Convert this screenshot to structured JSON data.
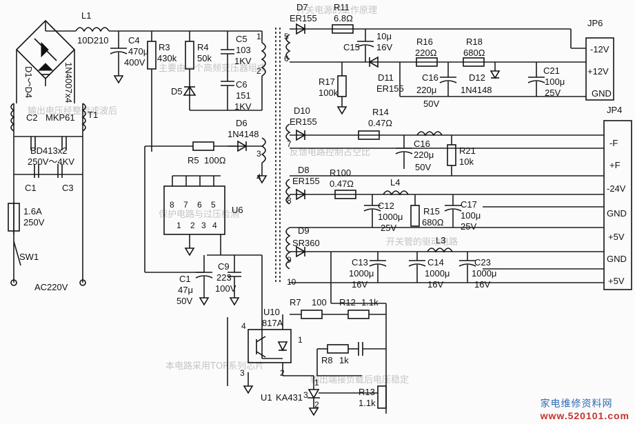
{
  "background_text": [
    "开关电源的工作原理",
    "主要由一个高频变压器组成",
    "输出电压经整流滤波后",
    "反馈电路控制占空比",
    "保护电路与过压检测",
    "开关管的驱动电路",
    "输出端接负载后电压稳定",
    "本电路采用TOP系列芯片"
  ],
  "components": {
    "L1": "L1",
    "L1_val": "10D210",
    "C4": "C4",
    "C4_val1": "470μ",
    "C4_val2": "400V",
    "R3": "R3",
    "R3_val": "430k",
    "R4": "R4",
    "R4_val": "50k",
    "C5": "C5",
    "C5_val1": "103",
    "C5_val2": "1KV",
    "C6": "C6",
    "C6_val1": "151",
    "C6_val2": "1KV",
    "D5": "D5",
    "D1_D4": "D1～D4",
    "D_part": "1N4007x4",
    "C2": "C2",
    "C2_val": "MKP61",
    "T1": "T1",
    "BD": "BD413x2",
    "BD_val": "250V～4KV",
    "C1a": "C1",
    "C3": "C3",
    "fuse_val1": "1.6A",
    "fuse_val2": "250V",
    "SW1": "SW1",
    "AC": "AC220V",
    "D6": "D6",
    "D6_val": "1N4148",
    "R5": "R5",
    "R5_val": "100Ω",
    "U6": "U6",
    "C1b": "C1",
    "C1b_val1": "47μ",
    "C1b_val2": "50V",
    "C9": "C9",
    "C9_val1": "223",
    "C9_val2": "100V",
    "D7": "D7",
    "D7_val": "ER155",
    "R11": "R11",
    "R11_val": "6.8Ω",
    "C15": "C15",
    "C15_val1": "10μ",
    "C15_val2": "16V",
    "R16": "R16",
    "R16_val": "220Ω",
    "R18": "R18",
    "R18_val": "680Ω",
    "R17": "R17",
    "R17_val": "100k",
    "D11": "D11",
    "D11_val": "ER155",
    "C16a": "C16",
    "C16a_val1": "220μ",
    "C16a_val2": "50V",
    "D12": "D12",
    "D12_val": "1N4148",
    "C21": "C21",
    "C21_val1": "100μ",
    "C21_val2": "25V",
    "D10": "D10",
    "D10_val": "ER155",
    "R14": "R14",
    "R14_val": "0.47Ω",
    "C16b": "C16",
    "C16b_val1": "220μ",
    "C16b_val2": "50V",
    "R21": "R21",
    "R21_val": "10k",
    "D8": "D8",
    "D8_val": "ER155",
    "R100": "R100",
    "R100_val": "0.47Ω",
    "L4": "L4",
    "C12": "C12",
    "C12_val1": "1000μ",
    "C12_val2": "25V",
    "R15": "R15",
    "R15_val": "680Ω",
    "C17": "C17",
    "C17_val1": "100μ",
    "C17_val2": "25V",
    "D9": "D9",
    "D9_val": "SR360",
    "L3": "L3",
    "C13": "C13",
    "C13_val1": "1000μ",
    "C13_val2": "16V",
    "C14": "C14",
    "C14_val1": "1000μ",
    "C14_val2": "16V",
    "C23": "C23",
    "C23_val1": "1000μ",
    "C23_val2": "16V",
    "U10": "U10",
    "U10_val": "817A",
    "R7": "R7",
    "R7_val": "100",
    "R12": "R12",
    "R12_val": "1.1k",
    "R8": "R8",
    "R8_val": "1k",
    "U1": "U1",
    "U1_val": "KA431",
    "R13": "R13",
    "R13_val": "1.1k"
  },
  "pins": {
    "u6_top": [
      "8",
      "7",
      "6",
      "5"
    ],
    "u6_bottom": [
      "1",
      "2",
      "3",
      "4"
    ],
    "t1": [
      "1",
      "2",
      "3",
      "4",
      "5",
      "6",
      "7",
      "8",
      "9",
      "10"
    ],
    "u10_4": "4",
    "u10_3": "3",
    "u10_1": "1",
    "u10_2": "2",
    "u1_1": "1",
    "u1_2": "2",
    "u1_3": "3"
  },
  "jp6": {
    "title": "JP6",
    "pins": [
      "-12V",
      "+12V",
      "GND"
    ]
  },
  "jp4": {
    "title": "JP4",
    "pins": [
      "-F",
      "+F",
      "-24V",
      "GND",
      "+5V",
      "GND",
      "+5V"
    ]
  },
  "watermark": {
    "prefix": "家电维修资料网",
    "site": "www.520101.com"
  }
}
